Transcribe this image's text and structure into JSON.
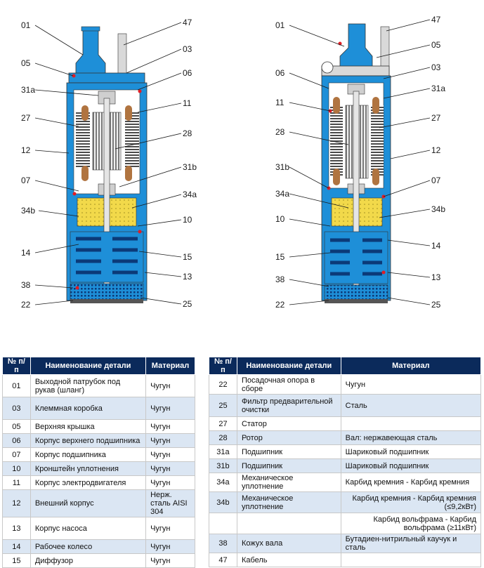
{
  "callouts_left": {
    "c01": "01",
    "c05": "05",
    "c31a": "31a",
    "c27": "27",
    "c12": "12",
    "c07": "07",
    "c34b": "34b",
    "c14": "14",
    "c38": "38",
    "c22": "22",
    "c47": "47",
    "c03": "03",
    "c06": "06",
    "c11": "11",
    "c28": "28",
    "c31b": "31b",
    "c34a": "34a",
    "c10": "10",
    "c15": "15",
    "c13": "13",
    "c25": "25"
  },
  "callouts_right": {
    "c01": "01",
    "c06": "06",
    "c11": "11",
    "c28": "28",
    "c31b": "31b",
    "c34a": "34a",
    "c10": "10",
    "c15": "15",
    "c38": "38",
    "c22": "22",
    "c47": "47",
    "c05": "05",
    "c03": "03",
    "c31a": "31a",
    "c27": "27",
    "c12": "12",
    "c07": "07",
    "c34b": "34b",
    "c14": "14",
    "c13": "13",
    "c25": "25"
  },
  "table_headers": {
    "num": "№ п/п",
    "name": "Наименование детали",
    "material": "Материал"
  },
  "table_left_rows": [
    {
      "num": "01",
      "name": "Выходной патрубок под рукав (шланг)",
      "material": "Чугун"
    },
    {
      "num": "03",
      "name": "Клеммная коробка",
      "material": "Чугун"
    },
    {
      "num": "05",
      "name": "Верхняя крышка",
      "material": "Чугун"
    },
    {
      "num": "06",
      "name": "Корпус верхнего подшипника",
      "material": "Чугун"
    },
    {
      "num": "07",
      "name": "Корпус подшипника",
      "material": "Чугун"
    },
    {
      "num": "10",
      "name": "Кронштейн уплотнения",
      "material": "Чугун"
    },
    {
      "num": "11",
      "name": "Корпус электродвигателя",
      "material": "Чугун"
    },
    {
      "num": "12",
      "name": "Внешний корпус",
      "material": "Нерж. сталь AISI 304"
    },
    {
      "num": "13",
      "name": "Корпус насоса",
      "material": "Чугун"
    },
    {
      "num": "14",
      "name": "Рабочее колесо",
      "material": "Чугун"
    },
    {
      "num": "15",
      "name": "Диффузор",
      "material": "Чугун"
    }
  ],
  "table_right_rows": [
    {
      "num": "22",
      "name": "Посадочная опора в сборе",
      "material": "Чугун"
    },
    {
      "num": "25",
      "name": "Фильтр предварительной очистки",
      "material": "Сталь"
    },
    {
      "num": "27",
      "name": "Статор",
      "material": ""
    },
    {
      "num": "28",
      "name": "Ротор",
      "material": "Вал: нержавеющая сталь"
    },
    {
      "num": "31a",
      "name": "Подшипник",
      "material": "Шариковый подшипник"
    },
    {
      "num": "31b",
      "name": "Подшипник",
      "material": "Шариковый подшипник"
    },
    {
      "num": "34a",
      "name": "Механическое уплотнение",
      "material": "Карбид кремния - Карбид кремния"
    },
    {
      "num": "34b",
      "name": "Механическое уплотнение",
      "material": "Карбид кремния - Карбид кремния (≤9,2кВт)"
    },
    {
      "num": "",
      "name": "",
      "material": "Карбид вольфрама - Карбид вольфрама (≥11кВт)"
    },
    {
      "num": "38",
      "name": "Кожух вала",
      "material": "Бутадиен-нитрильный каучук и сталь"
    },
    {
      "num": "47",
      "name": "Кабель",
      "material": ""
    }
  ],
  "colors": {
    "casing_blue": "#1e8fd8",
    "dark_blue": "#0b3a78",
    "header_navy": "#0b2a5b",
    "row_alt": "#dbe6f3",
    "seal_yellow": "#f2d94a",
    "winding_brown": "#b07440",
    "marker_red": "#e21d24"
  }
}
